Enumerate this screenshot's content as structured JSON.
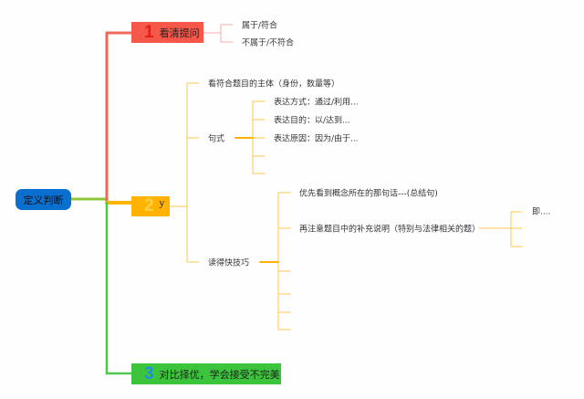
{
  "root": {
    "label": "定义判断",
    "color": "#0b6fcf"
  },
  "branches": [
    {
      "number": "1",
      "label": "看清提问",
      "color": "#f5574a",
      "number_color": "#e0201a",
      "children": [
        "属于/符合",
        "不属于/不符合"
      ]
    },
    {
      "number": "2",
      "label": "y",
      "color": "#ffb300",
      "number_color": "#ffd24a",
      "children": [
        {
          "label": "看符合题目的主体（身份，数量等）"
        },
        {
          "label": "句式",
          "children": [
            "表达方式：通过/利用...",
            "表达目的：以/达到...",
            "表达原因：因为/由于..."
          ]
        },
        {
          "label": "读得快技巧",
          "children": [
            {
              "label": "优先看到概念所在的那句话---(总结句)"
            },
            {
              "label": "再注意题目中的补充说明（特别与法律相关的题）",
              "children": [
                "即...."
              ]
            }
          ]
        }
      ]
    },
    {
      "number": "3",
      "label": "对比择优，学会接受不完美",
      "color": "#3cc43c",
      "number_color": "#1e8fe0"
    }
  ]
}
